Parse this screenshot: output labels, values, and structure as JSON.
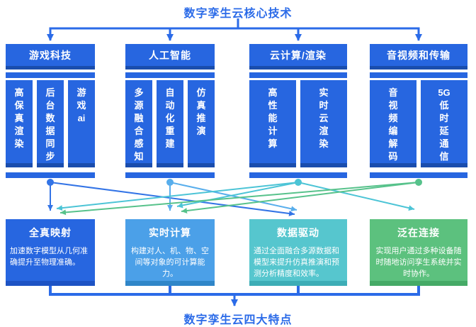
{
  "page": {
    "top_title": "数字孪生云核心技术",
    "bottom_title": "数字孪生云四大特点"
  },
  "colors": {
    "primary_blue": "#2766e0",
    "primary_blue_dark": "#1a4dad",
    "connector_blue": "#2b6be8",
    "feature_blue": "#2766e0",
    "feature_sky": "#4ba0e8",
    "feature_teal": "#56c6ce",
    "feature_green": "#5cc17e",
    "line_blue": "#3374e6",
    "line_sky": "#58aeec",
    "line_cyan": "#4cc4d6",
    "line_green": "#57c28b"
  },
  "groups": [
    {
      "title": "游戏科技",
      "items": [
        [
          "高",
          "保",
          "真",
          "渲",
          "染"
        ],
        [
          "后",
          "台",
          "数",
          "据",
          "同",
          "步"
        ],
        [
          "游",
          "戏",
          "ai"
        ]
      ]
    },
    {
      "title": "人工智能",
      "items": [
        [
          "多",
          "源",
          "融",
          "合",
          "感",
          "知"
        ],
        [
          "自",
          "动",
          "化",
          "重",
          "建"
        ],
        [
          "仿",
          "真",
          "推",
          "演"
        ]
      ]
    },
    {
      "title": "云计算/渲染",
      "items": [
        [
          "高",
          "性",
          "能",
          "计",
          "算"
        ],
        [
          "实",
          "时",
          "云",
          "渲",
          "染"
        ]
      ]
    },
    {
      "title": "音视频和传输",
      "items": [
        [
          "音",
          "视",
          "频",
          "编",
          "解",
          "码"
        ],
        [
          "5G",
          "低",
          "时",
          "延",
          "通",
          "信"
        ]
      ]
    }
  ],
  "features": [
    {
      "title": "全真映射",
      "desc": "加速数字模型从几何准确提升至物理准确。"
    },
    {
      "title": "实时计算",
      "desc": "构建对人、机、物、空间等对象的可计算能力。"
    },
    {
      "title": "数据驱动",
      "desc": "通过全面融合多源数据和模型来提升仿真推演和预测分析精度和效率。"
    },
    {
      "title": "泛在连接",
      "desc": "实现用户通过多种设备随时随地访问孪生系统并实时协作。"
    }
  ],
  "connections": [
    {
      "from": "游戏科技",
      "to": [
        "全真映射",
        "数据驱动"
      ]
    },
    {
      "from": "人工智能",
      "to": [
        "实时计算",
        "数据驱动"
      ]
    },
    {
      "from": "云计算/渲染",
      "to": [
        "全真映射",
        "实时计算",
        "泛在连接"
      ]
    },
    {
      "from": "音视频和传输",
      "to": [
        "全真映射",
        "实时计算"
      ]
    }
  ]
}
